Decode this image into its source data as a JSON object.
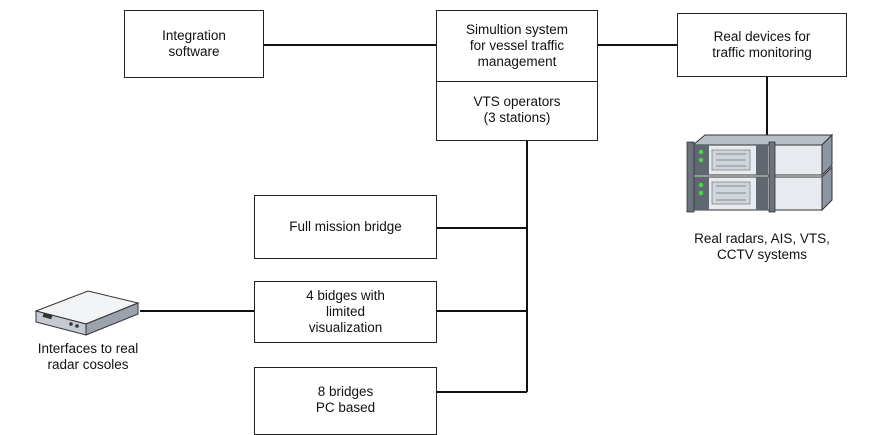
{
  "nodes": {
    "integration": {
      "lines": [
        "Integration",
        "software"
      ]
    },
    "simulation": {
      "lines": [
        "Simultion system",
        "for vessel traffic",
        "management"
      ]
    },
    "vts": {
      "lines": [
        "VTS operators",
        "(3 stations)"
      ]
    },
    "real_devices": {
      "lines": [
        "Real devices for",
        "traffic monitoring"
      ]
    },
    "full_mission": {
      "lines": [
        "Full mission bridge"
      ]
    },
    "four_bridges": {
      "lines": [
        "4 bidges with",
        "limited",
        "visualization"
      ]
    },
    "eight_bridges": {
      "lines": [
        "8 bridges",
        "PC based"
      ]
    }
  },
  "labels": {
    "servers": {
      "lines": [
        "Real radars, AIS, VTS,",
        "CCTV systems"
      ]
    },
    "radar": {
      "lines": [
        "Interfaces to real",
        "radar cosoles"
      ]
    }
  },
  "icons": {
    "server": "server-rack-icon",
    "radar_console": "radar-console-icon"
  }
}
